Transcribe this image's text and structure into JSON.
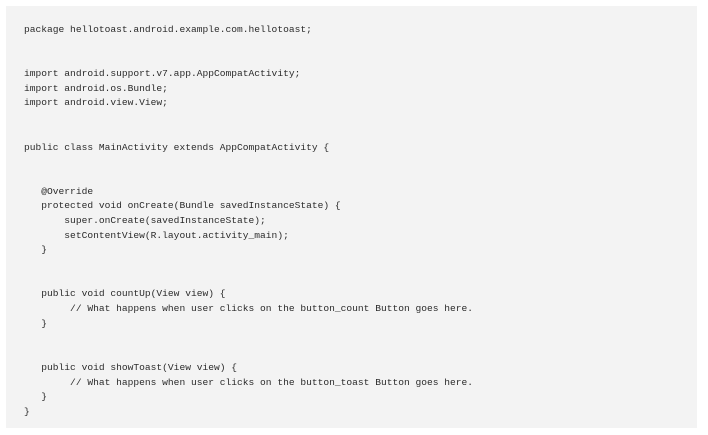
{
  "code": {
    "lines": [
      "package hellotoast.android.example.com.hellotoast;",
      "",
      "",
      "import android.support.v7.app.AppCompatActivity;",
      "import android.os.Bundle;",
      "import android.view.View;",
      "",
      "",
      "public class MainActivity extends AppCompatActivity {",
      "",
      "",
      "   @Override",
      "   protected void onCreate(Bundle savedInstanceState) {",
      "       super.onCreate(savedInstanceState);",
      "       setContentView(R.layout.activity_main);",
      "   }",
      "",
      "",
      "   public void countUp(View view) {",
      "        // What happens when user clicks on the button_count Button goes here.",
      "   }",
      "",
      "",
      "   public void showToast(View view) {",
      "        // What happens when user clicks on the button_toast Button goes here.",
      "   }",
      "}"
    ]
  }
}
